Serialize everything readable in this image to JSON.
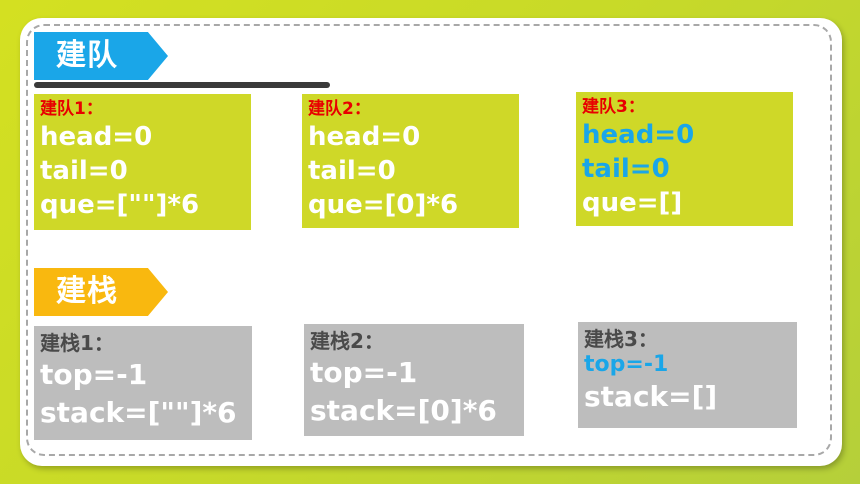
{
  "queue_section": {
    "label": "建队",
    "boxes": [
      {
        "title": "建队1：",
        "lines": [
          "head=0",
          "tail=0",
          "que=[\"\"]*6"
        ]
      },
      {
        "title": "建队2：",
        "lines": [
          "head=0",
          "tail=0",
          "que=[0]*6"
        ]
      },
      {
        "title": "建队3：",
        "lines": [
          "head=0",
          "tail=0",
          "que=[]"
        ]
      }
    ]
  },
  "stack_section": {
    "label": "建栈",
    "boxes": [
      {
        "title": "建栈1：",
        "lines": [
          "top=-1",
          "stack=[\"\"]*6"
        ]
      },
      {
        "title": "建栈2：",
        "lines": [
          "top=-1",
          "stack=[0]*6"
        ]
      },
      {
        "title": "建栈3：",
        "lines": [
          "top=-1",
          "stack=[]"
        ]
      }
    ]
  },
  "colors": {
    "background": "#d4e021",
    "queue_ribbon": "#1aa6e8",
    "stack_ribbon": "#f9b80f",
    "queue_box": "#cfd828",
    "stack_box": "#bdbdbd",
    "title_red": "#e80000",
    "highlight_blue": "#1aa6e8"
  }
}
